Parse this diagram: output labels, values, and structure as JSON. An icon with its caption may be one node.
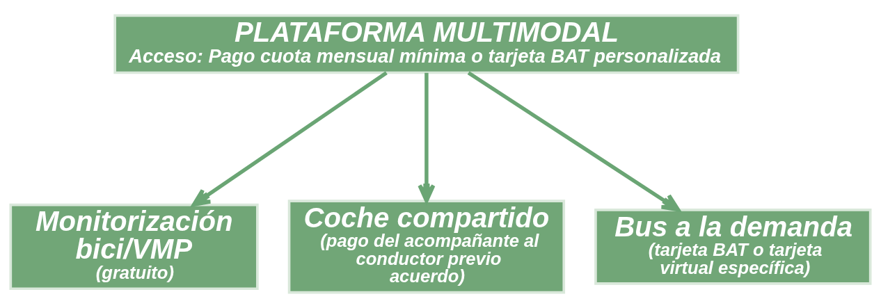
{
  "diagram": {
    "nodes": [
      {
        "text": [
          "PLATAFORMA MULTIMODAL",
          "Acceso: Pago cuota mensual mínima o tarjeta BAT personalizada"
        ]
      },
      {
        "text": [
          "Monitorización bici/VMP",
          "(gratuito)"
        ]
      },
      {
        "text": [
          "Coche compartido",
          "(pago del acompañante al conductor previo acuerdo)"
        ]
      },
      {
        "text": [
          "Bus a la demanda",
          "(tarjeta BAT o tarjeta virtual específica)"
        ]
      }
    ],
    "edges": [
      {
        "from": 0,
        "to": 1,
        "arrow": "to"
      },
      {
        "from": 0,
        "to": 2,
        "arrow": "to"
      },
      {
        "from": 0,
        "to": 3,
        "arrow": "to"
      }
    ]
  }
}
